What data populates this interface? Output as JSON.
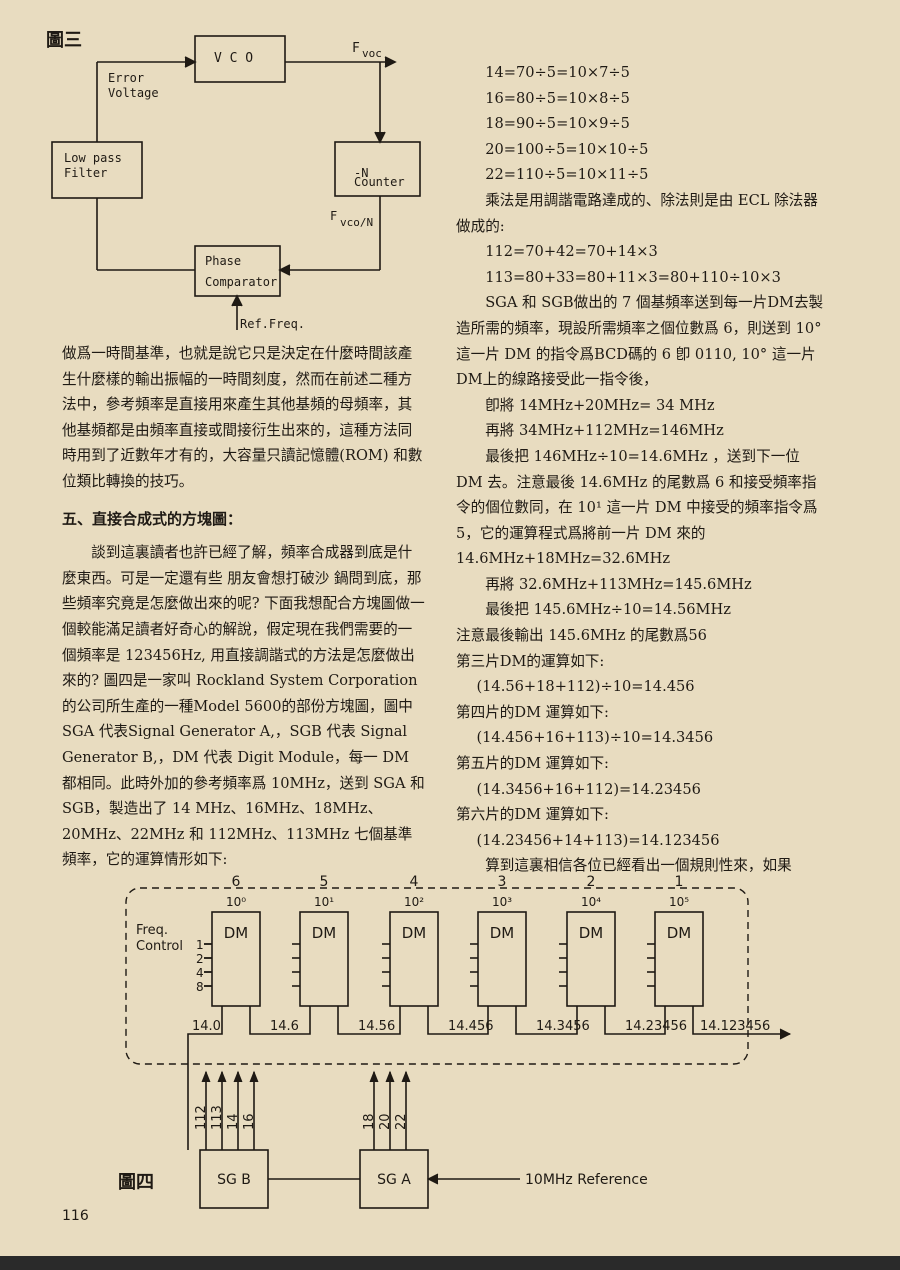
{
  "fig3": {
    "label": "圖三",
    "vco": "V C O",
    "fvoc": "voc",
    "error1": "Error",
    "error2": "Voltage",
    "lpf1": "Low pass",
    "lpf2": "Filter",
    "counter1": "-N",
    "counter2": "Counter",
    "fvcon": "vco/N",
    "phase1": "Phase",
    "phase2": "Comparator",
    "ref": "Ref.Freq."
  },
  "left": {
    "p1": "做爲一時間基準，也就是說它只是決定在什麼時間該產生什麼樣的輸出振幅的一時間刻度，然而在前述二種方法中，參考頻率是直接用來產生其他基頻的母頻率，其他基頻都是由頻率直接或間接衍生出來的，這種方法同時用到了近數年才有的，大容量只讀記憶體(ROM) 和數位類比轉換的技巧。",
    "heading": "五、直接合成式的方塊圖：",
    "p2": "談到這裏讀者也許已經了解，頻率合成器到底是什麼東西。可是一定還有些 朋友會想打破沙 鍋問到底，那些頻率究竟是怎麼做出來的呢? 下面我想配合方塊圖做一個較能滿足讀者好奇心的解說，假定現在我們需要的一個頻率是 123456Hz, 用直接調諧式的方法是怎麼做出來的? 圖四是一家叫 Rockland System Corporation的公司所生產的一種Model 5600的部份方塊圖，圖中 SGA 代表Signal Generator A,，SGB 代表 Signal Generator B,，DM 代表 Digit Module，每一 DM 都相同。此時外加的參考頻率爲 10MHz，送到 SGA 和 SGB，製造出了 14 MHz、16MHz、18MHz、20MHz、22MHz 和 112MHz、113MHz 七個基準頻率，它的運算情形如下:"
  },
  "right": {
    "eq1": "14=70÷5=10×7÷5",
    "eq2": "16=80÷5=10×8÷5",
    "eq3": "18=90÷5=10×9÷5",
    "eq4": "20=100÷5=10×10÷5",
    "eq5": "22=110÷5=10×11÷5",
    "p1": "乘法是用調諧電路達成的、除法則是由 ECL 除法器做成的:",
    "eq6": "112=70+42=70+14×3",
    "eq7": "113=80+33=80+11×3=80+110÷10×3",
    "p2": "SGA 和 SGB做出的 7 個基頻率送到每一片DM去製造所需的頻率，現設所需頻率之個位數爲 6，則送到 10° 這一片 DM 的指令爲BCD碼的 6 卽 0110, 10° 這一片DM上的線路接受此一指令後，",
    "eq8": "卽將  14MHz+20MHz= 34 MHz",
    "eq9": "再將  34MHz+112MHz=146MHz",
    "p3": "最後把 146MHz÷10=14.6MHz ，送到下一位 DM 去。注意最後 14.6MHz 的尾數爲 6 和接受頻率指令的個位數同，在 10¹ 這一片 DM 中接受的頻率指令爲 5，它的運算程式爲將前一片 DM 來的 14.6MHz+18MHz=32.6MHz",
    "eq10": "再將  32.6MHz+113MHz=145.6MHz",
    "eq11": "最後把  145.6MHz÷10=14.56MHz",
    "l1": "注意最後輸出 145.6MHz 的尾數爲56",
    "l2": "第三片DM的運算如下:",
    "eq12": "(14.56+18+112)÷10=14.456",
    "l3": "第四片的DM 運算如下:",
    "eq13": "(14.456+16+113)÷10=14.3456",
    "l4": "第五片的DM 運算如下:",
    "eq14": "(14.3456+16+112)=14.23456",
    "l5": "第六片的DM 運算如下:",
    "eq15": "(14.23456+14+113)=14.123456",
    "l6": "算到這裏相信各位已經看出一個規則性來，如果"
  },
  "fig4": {
    "label": "圖四",
    "numbers": [
      "6",
      "5",
      "4",
      "3",
      "2",
      "1"
    ],
    "powers": [
      "10⁰",
      "10¹",
      "10²",
      "10³",
      "10⁴",
      "10⁵"
    ],
    "dm": "DM",
    "freq1": "Freq.",
    "freq2": "Control",
    "inputs": [
      "1",
      "2",
      "4",
      "8"
    ],
    "outputs": [
      "14.0",
      "14.6",
      "14.56",
      "14.456",
      "14.3456",
      "14.23456",
      "14.123456"
    ],
    "sgb_inputs": [
      "112",
      "113",
      "14",
      "16"
    ],
    "sga_inputs": [
      "18",
      "20",
      "22"
    ],
    "sgb": "SG B",
    "sga": "SG A",
    "reference": "10MHz Reference"
  },
  "page_number": "116"
}
